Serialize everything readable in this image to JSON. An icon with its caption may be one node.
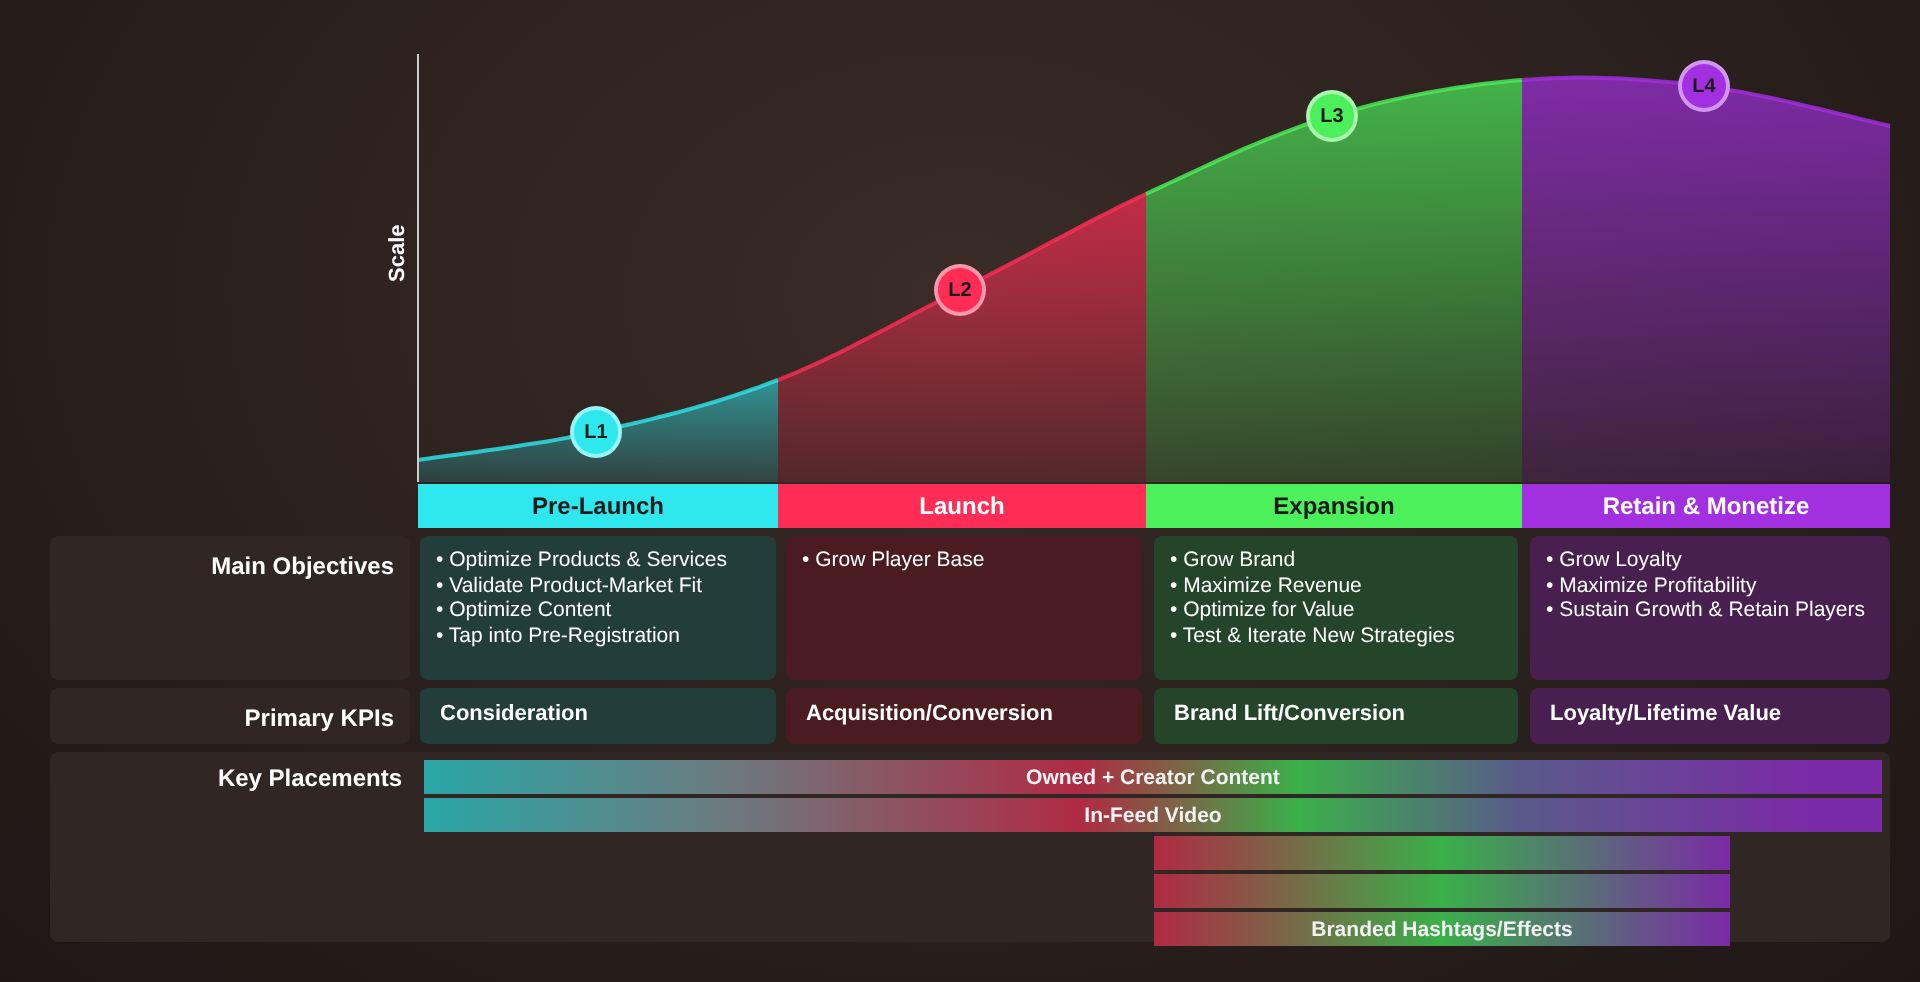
{
  "diagram": {
    "nodes": [
      {
        "text": [
          "L1"
        ]
      },
      {
        "text": [
          "L2"
        ]
      },
      {
        "text": [
          "L3"
        ]
      },
      {
        "text": [
          "L4"
        ]
      },
      {
        "text": [
          "Pre-Launch"
        ]
      },
      {
        "text": [
          "Launch"
        ]
      },
      {
        "text": [
          "Expansion"
        ]
      },
      {
        "text": [
          "Retain & Monetize"
        ]
      },
      {
        "text": [
          "Main Objectives"
        ]
      },
      {
        "text": [
          "• Optimize Products & Services",
          "• Validate Product-Market Fit",
          "• Optimize Content",
          "• Tap into Pre-Registration"
        ]
      },
      {
        "text": [
          "• Grow Player Base"
        ]
      },
      {
        "text": [
          "• Grow Brand",
          "• Maximize Revenue",
          "• Optimize for Value",
          "• Test & Iterate New Strategies"
        ]
      },
      {
        "text": [
          "• Grow Loyalty",
          "• Maximize Profitability",
          "• Sustain Growth & Retain Players"
        ]
      },
      {
        "text": [
          "Primary KPIs"
        ]
      },
      {
        "text": [
          "Consideration"
        ]
      },
      {
        "text": [
          "Acquisition/Conversion"
        ]
      },
      {
        "text": [
          "Brand Lift/Conversion"
        ]
      },
      {
        "text": [
          "Loyalty/Lifetime Value"
        ]
      },
      {
        "text": [
          "Key Placements"
        ]
      },
      {
        "text": [
          "Owned + Creator Content"
        ],
        "in": 18
      },
      {
        "text": [
          "In-Feed Video"
        ],
        "in": 18
      },
      {
        "text": [],
        "shape": "bar",
        "in": 18
      },
      {
        "text": [],
        "shape": "bar",
        "in": 18
      },
      {
        "text": [
          "Branded Hashtags/Effects"
        ],
        "in": 18
      }
    ],
    "edges": [],
    "labels": [
      "Scale"
    ]
  }
}
